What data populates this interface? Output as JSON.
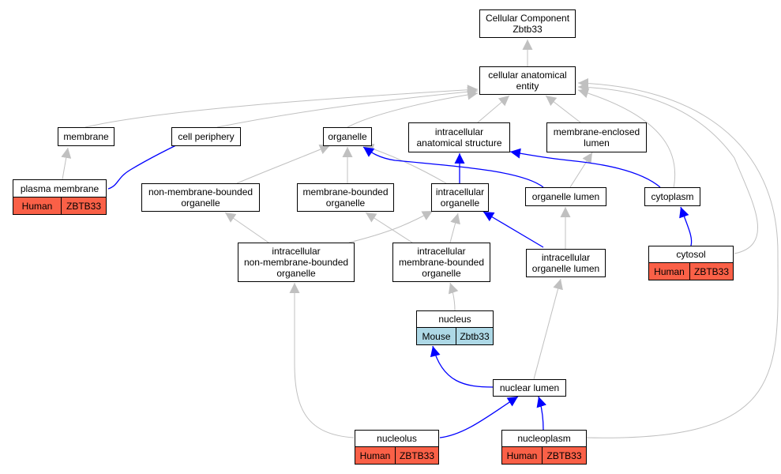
{
  "colors": {
    "gray": "#c0c0c0",
    "blue": "#0000ff",
    "human": "#fa6047",
    "mouse": "#add8e6"
  },
  "nodes": {
    "cc": "Cellular Component\nZbtb33",
    "cae": "cellular anatomical\nentity",
    "membrane": "membrane",
    "cellper": "cell periphery",
    "organelle": "organelle",
    "ias": "intracellular\nanatomical structure",
    "mel": "membrane-enclosed\nlumen",
    "pm": "plasma membrane",
    "nmbo": "non-membrane-bounded\norganelle",
    "mbo": "membrane-bounded\norganelle",
    "io": "intracellular\norganelle",
    "ol": "organelle lumen",
    "cyto": "cytoplasm",
    "inmbo": "intracellular\nnon-membrane-bounded\norganelle",
    "imbo": "intracellular\nmembrane-bounded\norganelle",
    "iol": "intracellular\norganelle lumen",
    "cytosol": "cytosol",
    "nucleus": "nucleus",
    "nl": "nuclear lumen",
    "nucleolus": "nucleolus",
    "nucleoplasm": "nucleoplasm"
  },
  "annotations": {
    "pm": {
      "species": "Human",
      "gene": "ZBTB33"
    },
    "cytosol": {
      "species": "Human",
      "gene": "ZBTB33"
    },
    "nucleus": {
      "species": "Mouse",
      "gene": "Zbtb33"
    },
    "nucleolus": {
      "species": "Human",
      "gene": "ZBTB33"
    },
    "nucleoplasm": {
      "species": "Human",
      "gene": "ZBTB33"
    }
  }
}
